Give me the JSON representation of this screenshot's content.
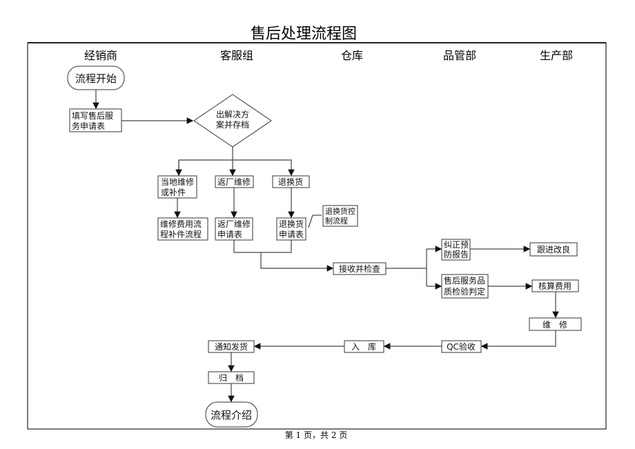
{
  "title": "售后处理流程图",
  "columns": [
    "经销商",
    "客服组",
    "仓库",
    "品管部",
    "生产部"
  ],
  "nodes": {
    "start": "流程开始",
    "fill_form": [
      "填写售后服",
      "务申请表"
    ],
    "decision": [
      "出解决方",
      "案并存档"
    ],
    "local_repair": [
      "当地维修",
      "或补件"
    ],
    "factory_repair": "返厂维修",
    "exchange": "退换货",
    "repair_cost_flow": [
      "维修费用流",
      "程补件流程"
    ],
    "factory_repair_form": [
      "返厂维修",
      "申请表"
    ],
    "exchange_form": [
      "退换货",
      "申请表"
    ],
    "exchange_control_note": [
      "退换货控",
      "制流程"
    ],
    "receive_check": "接收并检查",
    "corrective_report": [
      "纠正预",
      "防报告"
    ],
    "follow_up": "跟进改良",
    "quality_judgement": [
      "售后服务品",
      "质检验判定"
    ],
    "cost_accounting": "核算费用",
    "repair": "维　修",
    "qc_acceptance": "QC验收",
    "warehousing": "入　库",
    "notify_shipping": "通知发货",
    "archive": "归　档",
    "end": "流程介绍"
  },
  "footer": "第 1 页，共 2 页",
  "colors": {
    "line": "#3a4a3a",
    "box_border": "#333333"
  }
}
